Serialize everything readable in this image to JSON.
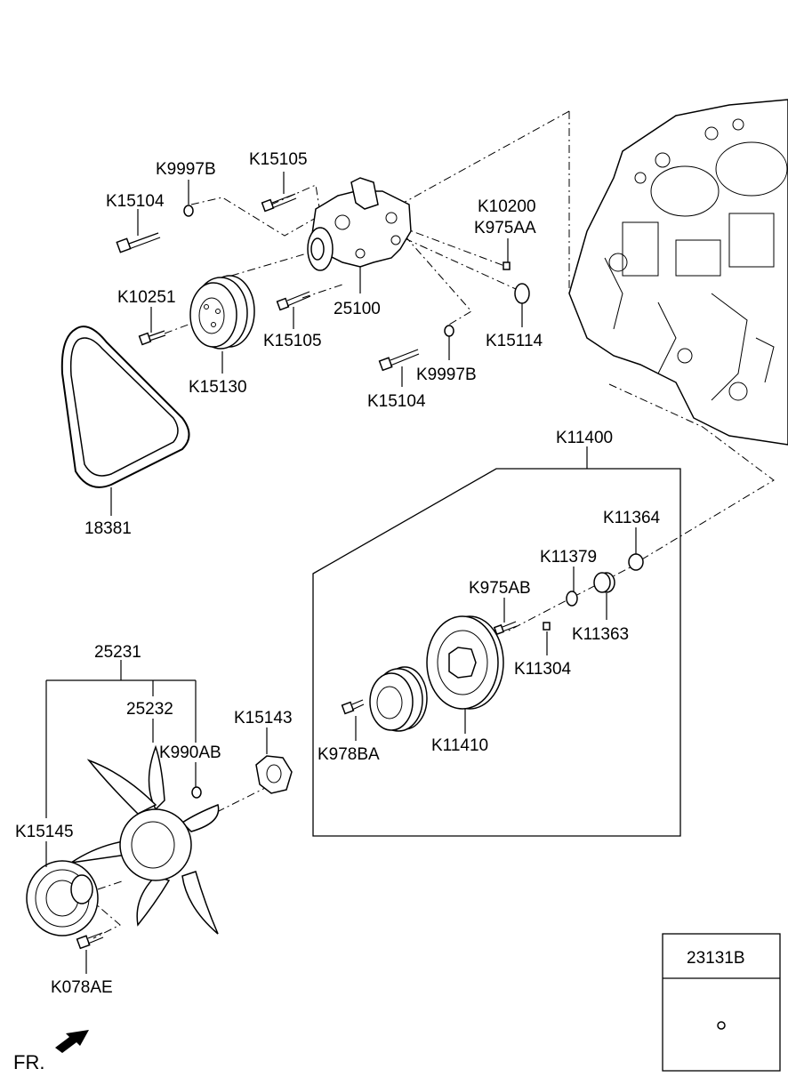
{
  "labels": {
    "k15105_top": "K15105",
    "k9997b_top": "K9997B",
    "k15104_top": "K15104",
    "k10200": "K10200",
    "k975aa": "K975AA",
    "k10251": "K10251",
    "p25100": "25100",
    "k15105_mid": "K15105",
    "k15114": "K15114",
    "k15130": "K15130",
    "k9997b_mid": "K9997B",
    "k15104_mid": "K15104",
    "k11400": "K11400",
    "p18381": "18381",
    "k11364": "K11364",
    "k11379": "K11379",
    "k975ab": "K975AB",
    "k11363": "K11363",
    "k11304": "K11304",
    "p25231": "25231",
    "p25232": "25232",
    "k15143": "K15143",
    "k990ab": "K990AB",
    "k978ba": "K978BA",
    "k11410": "K11410",
    "k15145": "K15145",
    "k078ae": "K078AE",
    "p23131b": "23131B",
    "fr": "FR."
  }
}
